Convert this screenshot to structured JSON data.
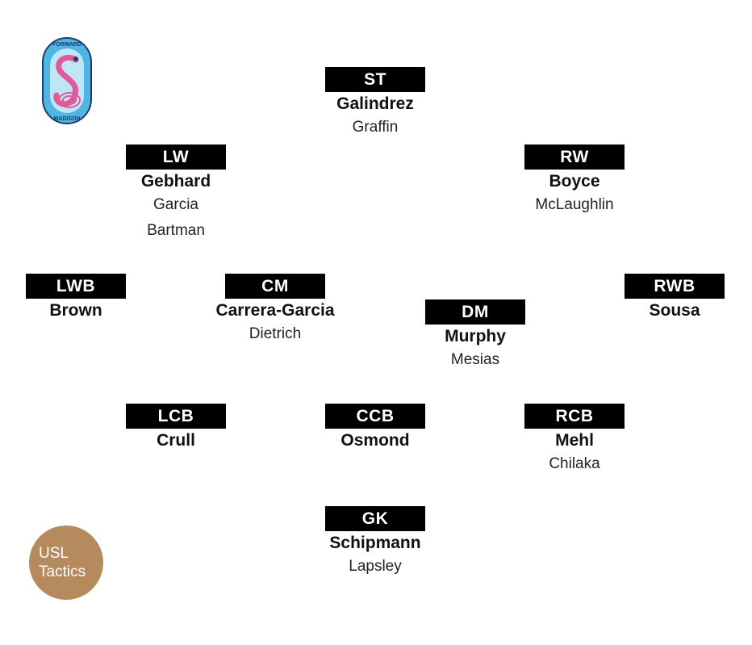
{
  "branding": {
    "club_logo_text_top": "FORWARD",
    "club_logo_text_bottom": "MADISON",
    "logo_colors": {
      "primary": "#4fb6e3",
      "accent": "#e05a9a",
      "dark": "#1a3d6b"
    },
    "badge_line1": "USL",
    "badge_line2": "Tactics",
    "badge_color": "#b58a5c"
  },
  "formation": {
    "st": {
      "position": "ST",
      "starter": "Galindrez",
      "subs": [
        "Graffin"
      ]
    },
    "lw": {
      "position": "LW",
      "starter": "Gebhard",
      "subs": [
        "Garcia",
        "Bartman"
      ]
    },
    "rw": {
      "position": "RW",
      "starter": "Boyce",
      "subs": [
        "McLaughlin"
      ]
    },
    "lwb": {
      "position": "LWB",
      "starter": "Brown",
      "subs": []
    },
    "cm": {
      "position": "CM",
      "starter": "Carrera-Garcia",
      "subs": [
        "Dietrich"
      ]
    },
    "dm": {
      "position": "DM",
      "starter": "Murphy",
      "subs": [
        "Mesias"
      ]
    },
    "rwb": {
      "position": "RWB",
      "starter": "Sousa",
      "subs": []
    },
    "lcb": {
      "position": "LCB",
      "starter": "Crull",
      "subs": []
    },
    "ccb": {
      "position": "CCB",
      "starter": "Osmond",
      "subs": []
    },
    "rcb": {
      "position": "RCB",
      "starter": "Mehl",
      "subs": [
        "Chilaka"
      ]
    },
    "gk": {
      "position": "GK",
      "starter": "Schipmann",
      "subs": [
        "Lapsley"
      ]
    }
  }
}
